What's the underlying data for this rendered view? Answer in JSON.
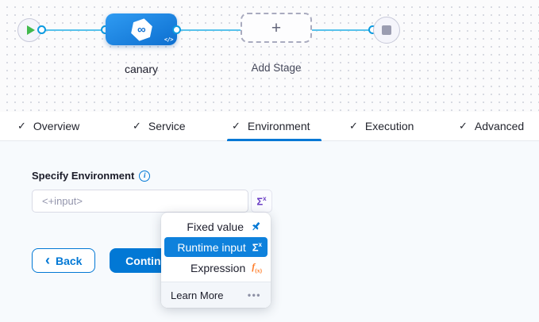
{
  "canvas": {
    "stage": {
      "label": "canary"
    },
    "add_stage": {
      "label": "Add Stage"
    }
  },
  "tabs": [
    {
      "label": "Overview",
      "active": false
    },
    {
      "label": "Service",
      "active": false
    },
    {
      "label": "Environment",
      "active": true
    },
    {
      "label": "Execution",
      "active": false
    },
    {
      "label": "Advanced",
      "active": false
    }
  ],
  "form": {
    "label": "Specify Environment",
    "input_value": "<+input>"
  },
  "buttons": {
    "back": "Back",
    "continue": "Continue"
  },
  "menu": {
    "items": [
      {
        "label": "Fixed value",
        "icon": "pin-icon"
      },
      {
        "label": "Runtime input",
        "icon": "sigma-icon",
        "selected": true
      },
      {
        "label": "Expression",
        "icon": "fx-icon"
      }
    ],
    "footer": {
      "label": "Learn More",
      "more": "•••"
    }
  },
  "glyphs": {
    "check": "✓",
    "plus": "+",
    "infinity": "∞",
    "code": "</>",
    "info": "i",
    "back_chevron": "‹",
    "sigma": "Σ",
    "sigma_sup": "x",
    "fx_f": "f",
    "fx_sub": "(x)"
  },
  "colors": {
    "accent_blue": "#0278d5",
    "edge_cyan": "#58c2ec",
    "node_blue_gradient": [
      "#2f9bf2",
      "#0d6fd0"
    ],
    "play_green": "#42b94d",
    "sigma_purple": "#6b3fc4",
    "fx_orange": "#ff7b26",
    "content_bg": "#f7fafd"
  }
}
